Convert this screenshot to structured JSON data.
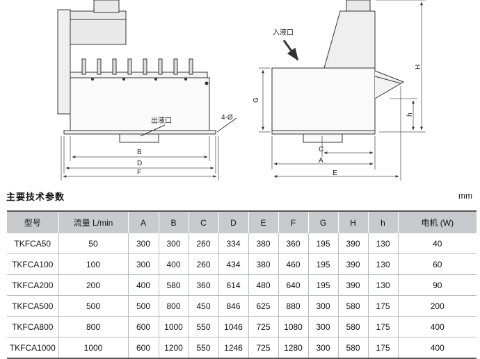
{
  "drawing": {
    "labels": {
      "inlet": "入液口",
      "outlet": "出液口",
      "holes": "4-Ø",
      "dim_A": "A",
      "dim_B": "B",
      "dim_C": "C",
      "dim_D": "D",
      "dim_E": "E",
      "dim_F": "F",
      "dim_G": "G",
      "dim_H": "H",
      "dim_h": "h"
    }
  },
  "section_title": "主要技术参数",
  "unit": "mm",
  "table": {
    "headers": [
      "型号",
      "流量 L/min",
      "A",
      "B",
      "C",
      "D",
      "E",
      "F",
      "G",
      "H",
      "h",
      "电机 (W)"
    ],
    "rows": [
      [
        "TKFCA50",
        "50",
        "300",
        "300",
        "260",
        "334",
        "380",
        "360",
        "195",
        "390",
        "130",
        "40"
      ],
      [
        "TKFCA100",
        "100",
        "300",
        "400",
        "260",
        "434",
        "380",
        "460",
        "195",
        "390",
        "130",
        "60"
      ],
      [
        "TKFCA200",
        "200",
        "400",
        "580",
        "360",
        "614",
        "480",
        "640",
        "195",
        "390",
        "130",
        "90"
      ],
      [
        "TKFCA500",
        "500",
        "500",
        "800",
        "450",
        "846",
        "625",
        "880",
        "300",
        "580",
        "175",
        "200"
      ],
      [
        "TKFCA800",
        "800",
        "600",
        "1000",
        "550",
        "1046",
        "725",
        "1080",
        "300",
        "580",
        "175",
        "400"
      ],
      [
        "TKFCA1000",
        "1000",
        "600",
        "1200",
        "550",
        "1246",
        "725",
        "1280",
        "300",
        "580",
        "175",
        "400"
      ]
    ]
  }
}
